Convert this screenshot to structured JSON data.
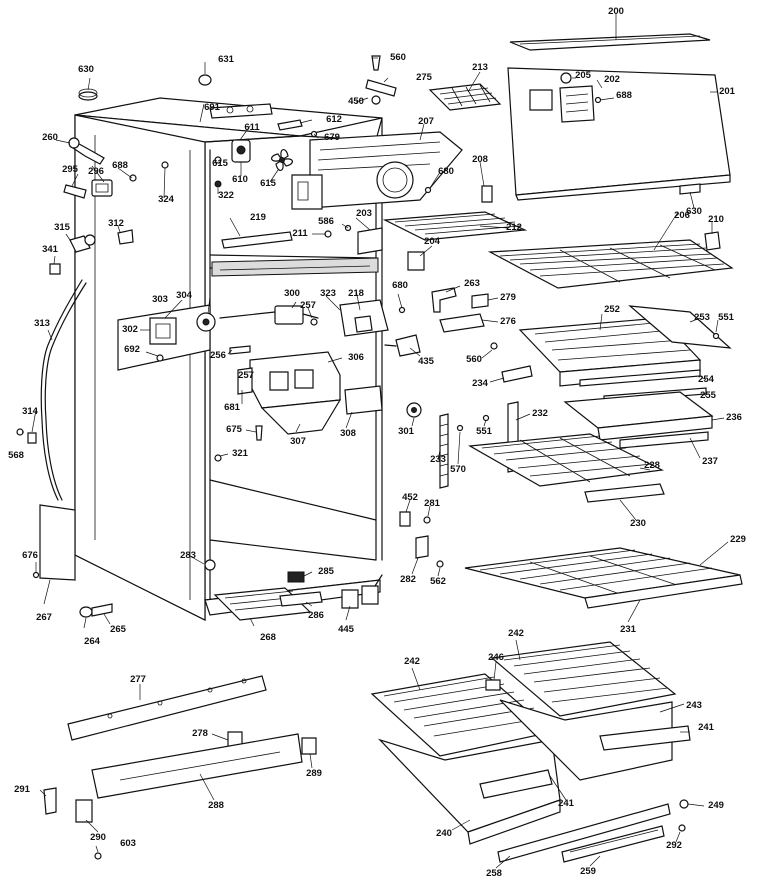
{
  "part_labels": {
    "p200": "200",
    "p201": "201",
    "p202": "202",
    "p203": "203",
    "p204": "204",
    "p205": "205",
    "p206": "206",
    "p207": "207",
    "p208": "208",
    "p210": "210",
    "p211": "211",
    "p212": "212",
    "p213": "213",
    "p218": "218",
    "p219": "219",
    "p228": "228",
    "p229": "229",
    "p230": "230",
    "p231": "231",
    "p232": "232",
    "p233": "233",
    "p234": "234",
    "p236": "236",
    "p237": "237",
    "p240": "240",
    "p241a": "241",
    "p241b": "241",
    "p242a": "242",
    "p242b": "242",
    "p243": "243",
    "p246": "246",
    "p249": "249",
    "p252": "252",
    "p253": "253",
    "p254": "254",
    "p255": "255",
    "p256": "256",
    "p257a": "257",
    "p257b": "257",
    "p258": "258",
    "p259": "259",
    "p260": "260",
    "p263": "263",
    "p264": "264",
    "p265": "265",
    "p267": "267",
    "p268": "268",
    "p275": "275",
    "p276": "276",
    "p277": "277",
    "p278": "278",
    "p279": "279",
    "p281": "281",
    "p282": "282",
    "p283": "283",
    "p285": "285",
    "p286": "286",
    "p288": "288",
    "p289": "289",
    "p290": "290",
    "p291": "291",
    "p292": "292",
    "p295": "295",
    "p296": "296",
    "p300": "300",
    "p301": "301",
    "p302": "302",
    "p303": "303",
    "p304": "304",
    "p306": "306",
    "p307": "307",
    "p308": "308",
    "p312": "312",
    "p313": "313",
    "p314": "314",
    "p315": "315",
    "p321": "321",
    "p322": "322",
    "p323": "323",
    "p324": "324",
    "p341": "341",
    "p435": "435",
    "p445": "445",
    "p450": "450",
    "p452": "452",
    "p551a": "551",
    "p551b": "551",
    "p560a": "560",
    "p560b": "560",
    "p562": "562",
    "p568": "568",
    "p570": "570",
    "p586": "586",
    "p603": "603",
    "p610": "610",
    "p611": "611",
    "p612": "612",
    "p615a": "615",
    "p615b": "615",
    "p630a": "630",
    "p630b": "630",
    "p631": "631",
    "p675": "675",
    "p676": "676",
    "p679": "679",
    "p680a": "680",
    "p680b": "680",
    "p681": "681",
    "p688a": "688",
    "p688b": "688",
    "p691": "691",
    "p692": "692"
  }
}
